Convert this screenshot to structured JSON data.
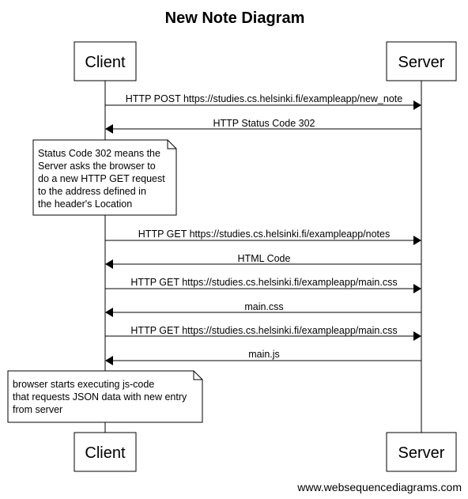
{
  "title": "New Note Diagram",
  "actors": {
    "client": "Client",
    "server": "Server"
  },
  "messages": [
    {
      "from": "client",
      "to": "server",
      "label": "HTTP POST https://studies.cs.helsinki.fi/exampleapp/new_note"
    },
    {
      "from": "server",
      "to": "client",
      "label": "HTTP Status Code 302"
    },
    {
      "from": "client",
      "to": "server",
      "label": "HTTP GET https://studies.cs.helsinki.fi/exampleapp/notes"
    },
    {
      "from": "server",
      "to": "client",
      "label": "HTML Code"
    },
    {
      "from": "client",
      "to": "server",
      "label": "HTTP GET https://studies.cs.helsinki.fi/exampleapp/main.css"
    },
    {
      "from": "server",
      "to": "client",
      "label": "main.css"
    },
    {
      "from": "client",
      "to": "server",
      "label": "HTTP GET https://studies.cs.helsinki.fi/exampleapp/main.css"
    },
    {
      "from": "server",
      "to": "client",
      "label": "main.js"
    }
  ],
  "notes": [
    {
      "lines": [
        "Status Code 302 means the",
        "Server asks the browser to",
        "do a new HTTP GET request",
        "to the address defined in",
        "the header's Location"
      ]
    },
    {
      "lines": [
        "browser starts executing js-code",
        "that requests JSON data with new entry",
        "from server"
      ]
    }
  ],
  "footer": "www.websequencediagrams.com"
}
